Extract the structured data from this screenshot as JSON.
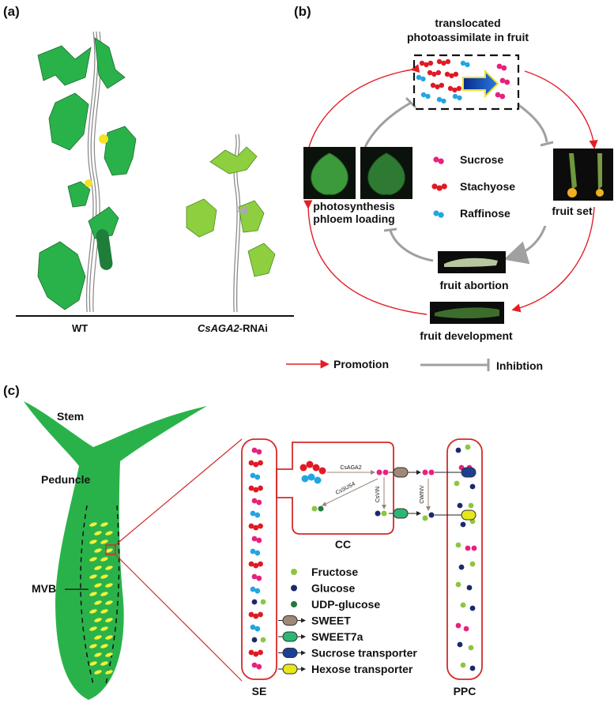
{
  "panels": {
    "a": {
      "label": "(a)",
      "wt_label": "WT",
      "rnai_gene": "CsAGA2",
      "rnai_suffix": "-RNAi"
    },
    "b": {
      "label": "(b)",
      "title_line1": "translocated",
      "title_line2": "photoassimilate in fruit",
      "legend": [
        {
          "name": "Sucrose",
          "color": "#e8207e"
        },
        {
          "name": "Stachyose",
          "color": "#e01a24"
        },
        {
          "name": "Raffinose",
          "color": "#22a6e0"
        }
      ],
      "left_label_line1": "photosynthesis",
      "left_label_line2": "phloem loading",
      "right_label": "fruit set",
      "abortion_label": "fruit abortion",
      "development_label": "fruit development",
      "key_promotion": "Promotion",
      "key_inhibition": "Inhibtion"
    },
    "c": {
      "label": "(c)",
      "stem": "Stem",
      "peduncle": "Peduncle",
      "mvb": "MVB",
      "se": "SE",
      "cc": "CC",
      "ppc": "PPC",
      "enzymes": [
        "CsAGA2",
        "CsSUS4",
        "CsVIN",
        "CWINV"
      ],
      "legend": [
        {
          "name": "Fructose",
          "color": "#8cc63f",
          "kind": "dot"
        },
        {
          "name": "Glucose",
          "color": "#1b2a6b",
          "kind": "dot"
        },
        {
          "name": "UDP-glucose",
          "color": "#1e7a3c",
          "kind": "dot"
        },
        {
          "name": "SWEET",
          "color": "#a08878",
          "kind": "transporter"
        },
        {
          "name": "SWEET7a",
          "color": "#2bb673",
          "kind": "transporter"
        },
        {
          "name": "Sucrose transporter",
          "color": "#1c3f94",
          "kind": "transporter"
        },
        {
          "name": "Hexose transporter",
          "color": "#e6e619",
          "kind": "transporter"
        }
      ]
    }
  },
  "colors": {
    "red_arrow": "#e41e26",
    "gray_arrow": "#a0a0a0",
    "leaf_dark": "#2ab24a",
    "leaf_light": "#8dcf3f",
    "cell_border": "#d42a2a"
  }
}
